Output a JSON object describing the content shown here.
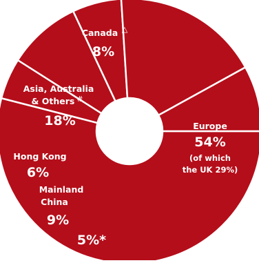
{
  "chart_data": {
    "type": "pie",
    "donut": true,
    "colors": {
      "slice": "#B40E1A",
      "separator": "#ffffff",
      "hole": "#ffffff",
      "text": "#ffffff"
    },
    "categories": [
      "Europe",
      "",
      "Mainland China",
      "Hong Kong",
      "Asia, Australia & Others",
      "Canada"
    ],
    "values": [
      54,
      5,
      9,
      6,
      18,
      8
    ],
    "slices": [
      {
        "label": "Europe",
        "value_text": "54%",
        "value": 54,
        "note_line1": "(of which",
        "note_line2": "the UK 29%)"
      },
      {
        "label": "",
        "value_text": "5%*",
        "value": 5
      },
      {
        "label_line1": "Mainland",
        "label_line2": "China",
        "value_text": "9%",
        "value": 9
      },
      {
        "label": "Hong Kong",
        "value_text": "6%",
        "value": 6
      },
      {
        "label_line1": "Asia, Australia",
        "label_line2": "& Others",
        "marker": "#",
        "value_text": "18%",
        "value": 18
      },
      {
        "label": "Canada",
        "marker": "△",
        "value_text": "8%",
        "value": 8
      }
    ]
  }
}
